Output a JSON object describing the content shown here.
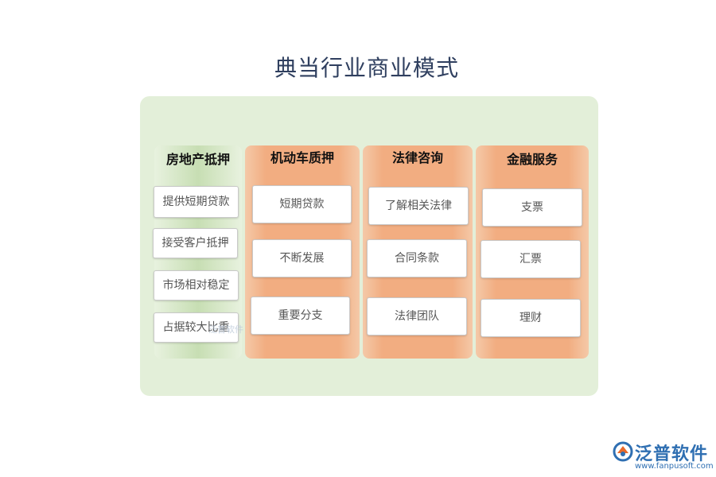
{
  "title": "典当行业商业模式",
  "columns": [
    {
      "header": "房地产抵押",
      "items": [
        "提供短期贷款",
        "接受客户抵押",
        "市场相对稳定",
        "占据较大比重"
      ]
    },
    {
      "header": "机动车质押",
      "items": [
        "短期贷款",
        "不断发展",
        "重要分支"
      ]
    },
    {
      "header": "法律咨询",
      "items": [
        "了解相关法律",
        "合同条款",
        "法律团队"
      ]
    },
    {
      "header": "金融服务",
      "items": [
        "支票",
        "汇票",
        "理财"
      ]
    }
  ],
  "watermark": "泛普软件",
  "brand": {
    "name": "泛普软件",
    "url": "www.fanpusoft.com"
  },
  "colors": {
    "panel": "#e3efd9",
    "green_column": "#c7deb3",
    "orange_column": "#f2ad81",
    "brand": "#2f6fb2"
  }
}
